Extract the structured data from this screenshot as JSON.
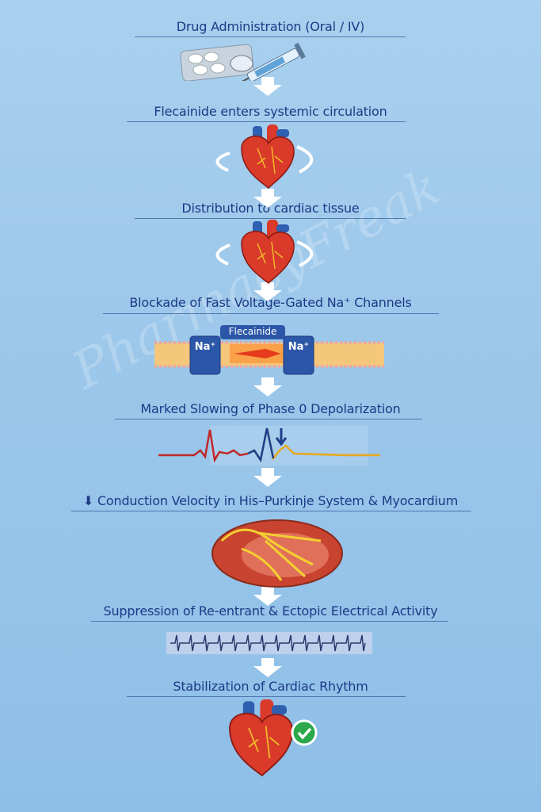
{
  "steps": [
    "Drug Administration (Oral / IV)",
    "Flecainide enters systemic circulation",
    "Distribution to  cardiac tissue",
    "Blockade of Fast Voltage-Gated Na⁺ Channels",
    "Marked Slowing of Phase 0 Depolarization",
    "⬇ Conduction Velocity in His–Purkinje System & Myocardium",
    "Suppression of Re-entrant & Ectopic Electrical Activity",
    "Stabilization of Cardiac Rhythm"
  ],
  "channel": {
    "drug_label": "Flecainide",
    "ion_label": "Na⁺"
  },
  "watermark": "PharmacyFreak",
  "colors": {
    "background": "#9ac6ea",
    "text": "#1c3a86",
    "heart": "#d93a2a",
    "check": "#2aa84a"
  }
}
